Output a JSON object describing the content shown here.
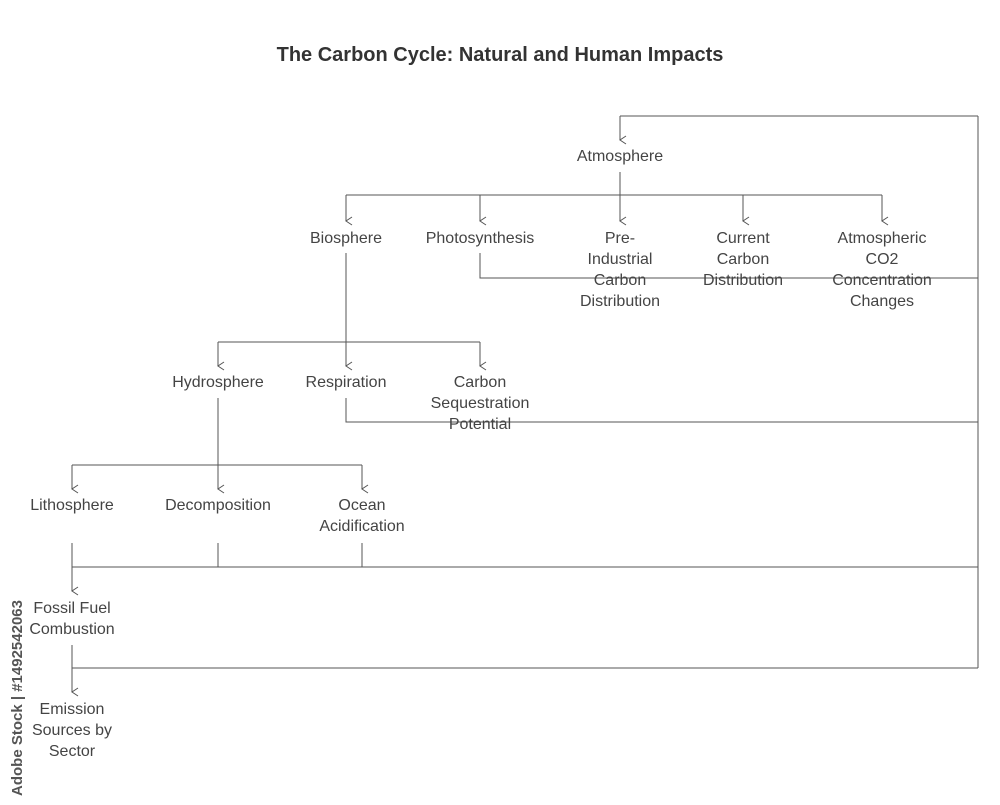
{
  "title": "The Carbon Cycle: Natural and Human Impacts",
  "nodes": {
    "atmosphere": "Atmosphere",
    "biosphere": "Biosphere",
    "photosynthesis": "Photosynthesis",
    "pre_industrial": "Pre-\nIndustrial\nCarbon\nDistribution",
    "current_carbon": "Current\nCarbon\nDistribution",
    "co2_changes": "Atmospheric\nCO2\nConcentration\nChanges",
    "hydrosphere": "Hydrosphere",
    "respiration": "Respiration",
    "sequestration": "Carbon\nSequestration\nPotential",
    "lithosphere": "Lithosphere",
    "decomposition": "Decomposition",
    "ocean_acidification": "Ocean\nAcidification",
    "fossil_fuel": "Fossil Fuel\nCombustion",
    "emission_sources": "Emission\nSources by\nSector"
  },
  "watermark": "Adobe Stock | #1492542063",
  "colors": {
    "line": "#555555",
    "text": "#444444",
    "title": "#333333"
  }
}
